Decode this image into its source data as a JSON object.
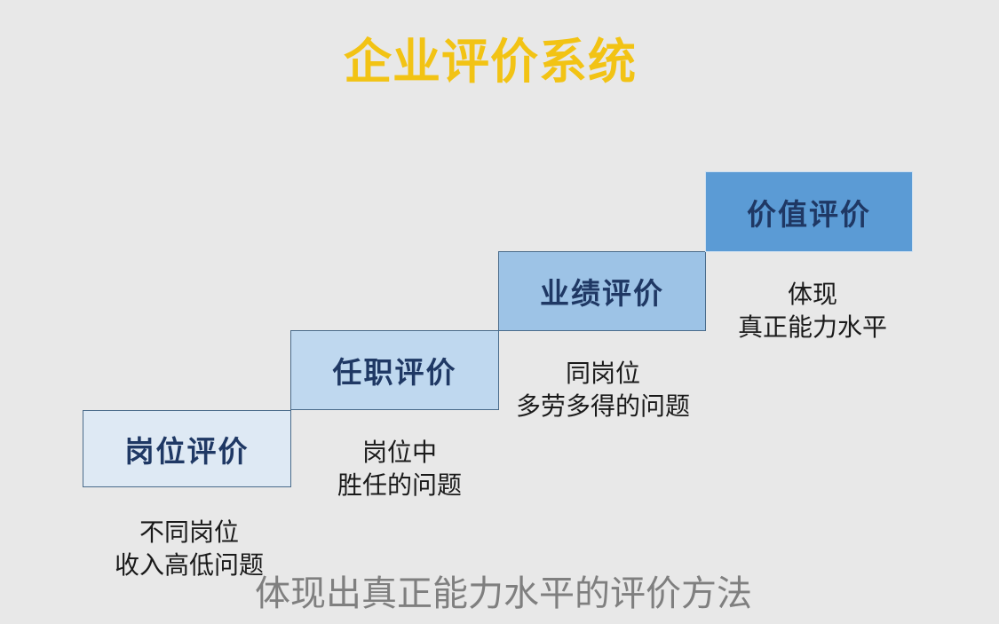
{
  "slide": {
    "background_color": "#e8e8e8",
    "title": "企业评价系统",
    "title_color": "#f2c314",
    "footer_note": "体现出真正能力水平的评价方法",
    "footer_color": "#7f7f7f"
  },
  "steps": [
    {
      "label": "岗位评价",
      "fill_color": "#dee9f4",
      "border_color": "#4a6b8a",
      "text_color": "#1f3864",
      "caption_line1": "不同岗位",
      "caption_line2": "收入高低问题"
    },
    {
      "label": "任职评价",
      "fill_color": "#bfd8ef",
      "border_color": "#4a6b8a",
      "text_color": "#1f3864",
      "caption_line1": "岗位中",
      "caption_line2": "胜任的问题"
    },
    {
      "label": "业绩评价",
      "fill_color": "#9dc3e6",
      "border_color": "#4a6b8a",
      "text_color": "#1f3864",
      "caption_line1": "同岗位",
      "caption_line2": "多劳多得的问题"
    },
    {
      "label": "价值评价",
      "fill_color": "#5b9bd5",
      "border_color": "#cfe0f0",
      "text_color": "#1f3864",
      "caption_line1": "体现",
      "caption_line2": "真正能力水平"
    }
  ]
}
